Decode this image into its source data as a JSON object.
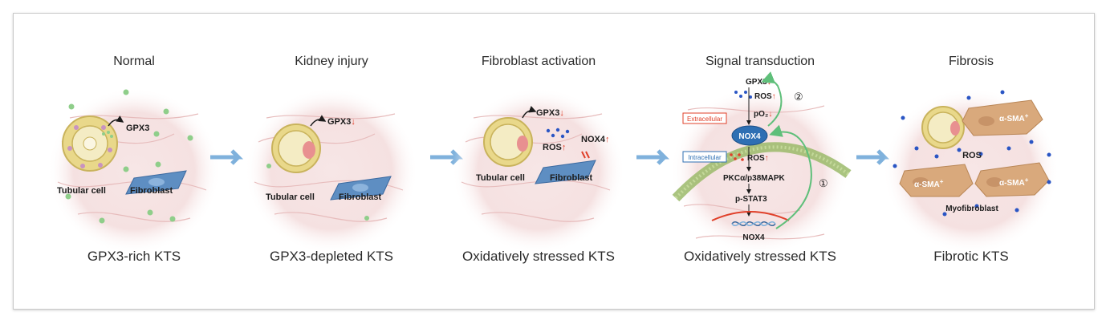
{
  "panels": [
    {
      "title": "Normal",
      "caption": "GPX3-rich KTS",
      "labels": {
        "gpx3": "GPX3",
        "tubular": "Tubular cell",
        "fibroblast": "Fibroblast"
      }
    },
    {
      "title": "Kidney injury",
      "caption": "GPX3-depleted KTS",
      "labels": {
        "gpx3": "GPX3",
        "down_arrow": "↓",
        "tubular": "Tubular cell",
        "fibroblast": "Fibroblast"
      }
    },
    {
      "title": "Fibroblast activation",
      "caption": "Oxidatively stressed KTS",
      "labels": {
        "gpx3": "GPX3",
        "down_arrow": "↓",
        "ros": "ROS",
        "ros_arrow": "↑",
        "nox4": "NOX4",
        "nox4_arrow": "↑",
        "tubular": "Tubular cell",
        "fibroblast": "Fibroblast"
      }
    },
    {
      "title": "Signal transduction",
      "caption": "Oxidatively stressed KTS",
      "labels": {
        "gpx3": "GPX3",
        "gpx3_arrow": "↓",
        "ros_top": "ROS",
        "ros_top_arrow": "↑",
        "po2": "pO₂",
        "po2_arrow": "↓",
        "extracellular": "Extracellular",
        "nox4": "NOX4",
        "intracellular": "Intracellular",
        "ros_mid": "ROS",
        "ros_mid_arrow": "↑",
        "pathway": "PKCα/p38MAPK",
        "stat3": "p-STAT3",
        "nox4_gene": "NOX4",
        "loop_2": "②",
        "loop_1": "①"
      }
    },
    {
      "title": "Fibrosis",
      "caption": "Fibrotic KTS",
      "labels": {
        "sma_1": "α-SMA",
        "sma_2": "α-SMA",
        "sma_3": "α-SMA",
        "sup": "+",
        "ros": "ROS",
        "myofibroblast": "Myofibroblast"
      }
    }
  ],
  "colors": {
    "tissue_bg": "#f6e3e3",
    "tissue_line": "#e7bcbc",
    "tubule_outer": "#e9d88a",
    "tubule_inner": "#f4ecc4",
    "nucleus": "#e89090",
    "fibroblast": "#5e8ec2",
    "arrow_blue": "#7fb1dc",
    "green_dot": "#8fce8a",
    "membrane": "#9bba6a",
    "nox4": "#2e6fb3",
    "loop_green": "#5fbf7a",
    "myofibroblast": "#d9a97c",
    "ros_dot": "#2a55c4",
    "red": "#e0402a"
  }
}
